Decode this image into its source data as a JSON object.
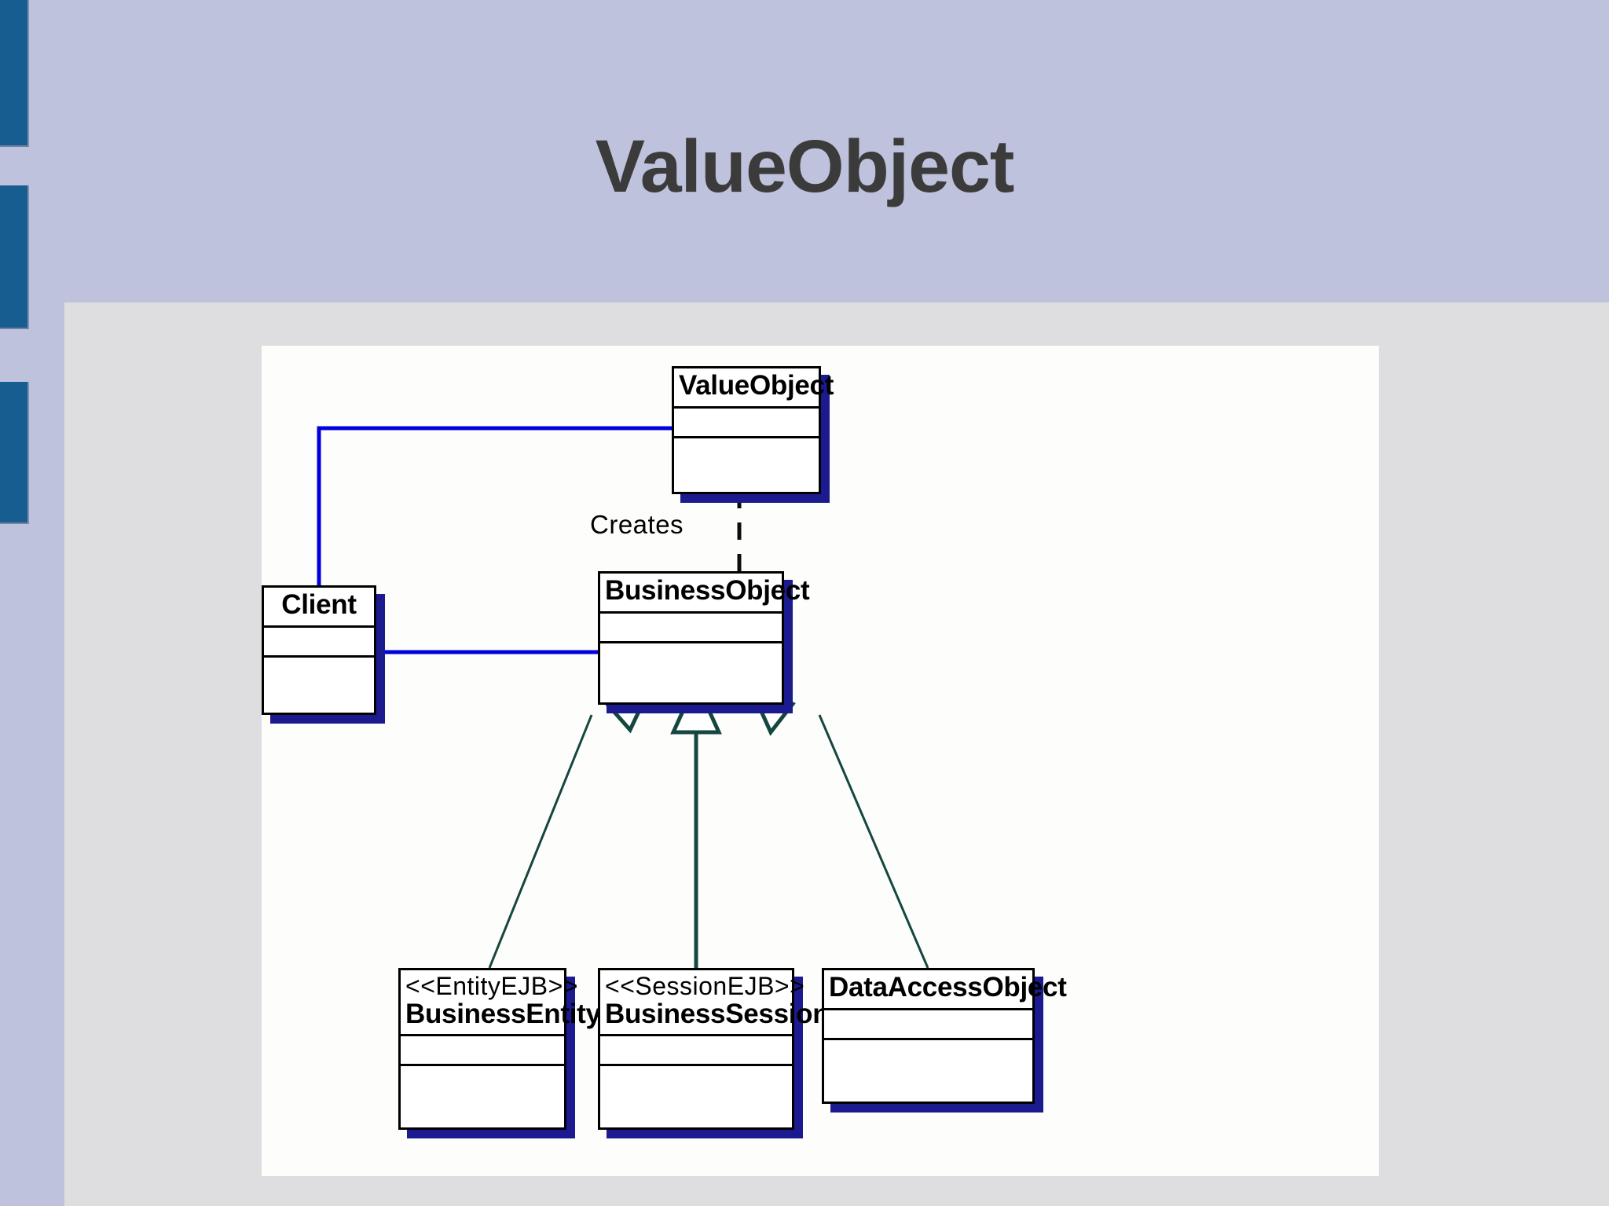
{
  "slide": {
    "title": "ValueObject",
    "theme": {
      "header_bg": "#bfc2dc",
      "panel_bg": "#dedee0",
      "canvas_bg": "#fdfdfb",
      "accent_bar": "#175d90",
      "title_color": "#3b3b3b",
      "association_line": "#0000dd",
      "generalization_line": "#14473f",
      "box_shadow": "#1b1b8f",
      "box_border": "#000000"
    }
  },
  "diagram": {
    "type": "uml-class-diagram",
    "classes": [
      {
        "id": "valueobject",
        "stereotype": "",
        "name": "ValueObject",
        "attributes": [],
        "operations": []
      },
      {
        "id": "client",
        "stereotype": "",
        "name": "Client",
        "attributes": [],
        "operations": []
      },
      {
        "id": "businessobject",
        "stereotype": "",
        "name": "BusinessObject",
        "attributes": [],
        "operations": []
      },
      {
        "id": "businessentity",
        "stereotype": "<<EntityEJB>>",
        "name": "BusinessEntity",
        "attributes": [],
        "operations": []
      },
      {
        "id": "businesssession",
        "stereotype": "<<SessionEJB>>",
        "name": "BusinessSession",
        "attributes": [],
        "operations": []
      },
      {
        "id": "dataaccessobject",
        "stereotype": "",
        "name": "DataAccessObject",
        "attributes": [],
        "operations": []
      }
    ],
    "relationships": [
      {
        "id": "rel-client-valueobject",
        "from": "client",
        "to": "valueobject",
        "kind": "association",
        "label": ""
      },
      {
        "id": "rel-client-businessobject",
        "from": "client",
        "to": "businessobject",
        "kind": "association",
        "label": ""
      },
      {
        "id": "rel-businessobject-valueobject",
        "from": "businessobject",
        "to": "valueobject",
        "kind": "dependency",
        "label": "Creates"
      },
      {
        "id": "rel-businessentity-businessobject",
        "from": "businessentity",
        "to": "businessobject",
        "kind": "generalization",
        "label": ""
      },
      {
        "id": "rel-businesssession-businessobject",
        "from": "businesssession",
        "to": "businessobject",
        "kind": "generalization",
        "label": ""
      },
      {
        "id": "rel-dataaccessobject-businessobject",
        "from": "dataaccessobject",
        "to": "businessobject",
        "kind": "generalization",
        "label": ""
      }
    ],
    "labels": {
      "creates": "Creates"
    }
  }
}
